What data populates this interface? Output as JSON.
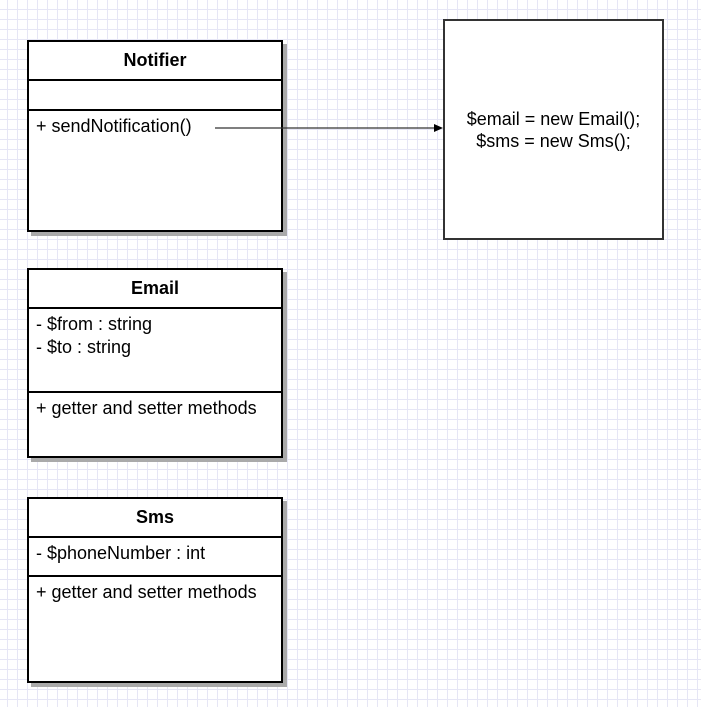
{
  "classes": [
    {
      "name": "Notifier",
      "attributes": [],
      "methods": [
        "+ sendNotification()"
      ]
    },
    {
      "name": "Email",
      "attributes": [
        "- $from : string",
        "- $to : string"
      ],
      "methods": [
        "+ getter and setter methods"
      ]
    },
    {
      "name": "Sms",
      "attributes": [
        "- $phoneNumber : int"
      ],
      "methods": [
        "+ getter and setter methods"
      ]
    }
  ],
  "note": {
    "lines": [
      "$email = new Email();",
      "$sms = new Sms();"
    ]
  }
}
